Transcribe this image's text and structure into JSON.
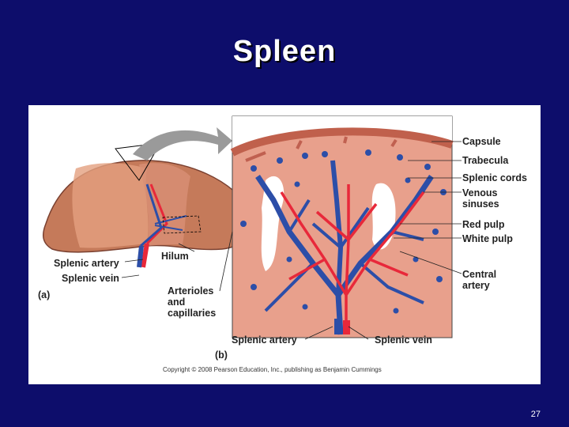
{
  "slide": {
    "title": "Spleen",
    "page_number": "27"
  },
  "figure": {
    "panel_a_label": "(a)",
    "panel_b_label": "(b)",
    "labels": {
      "a_splenic_artery": "Splenic artery",
      "a_splenic_vein": "Splenic vein",
      "hilum": "Hilum",
      "arterioles": "Arterioles and capillaries",
      "arterioles_l1": "Arterioles",
      "arterioles_l2": "and",
      "arterioles_l3": "capillaries",
      "b_splenic_artery": "Splenic artery",
      "b_splenic_vein": "Splenic vein",
      "capsule": "Capsule",
      "trabecula": "Trabecula",
      "splenic_cords": "Splenic cords",
      "venous_l1": "Venous",
      "venous_l2": "sinuses",
      "red_pulp": "Red pulp",
      "white_pulp": "White pulp",
      "central_l1": "Central",
      "central_l2": "artery"
    },
    "copyright": "Copyright © 2008 Pearson Education, Inc., publishing as Benjamin Cummings"
  },
  "colors": {
    "background": "#0d0d6b",
    "artery": "#e8283a",
    "vein": "#2c4ea8",
    "pulp": "#e8a08c",
    "spleen": "#c57a5a"
  }
}
